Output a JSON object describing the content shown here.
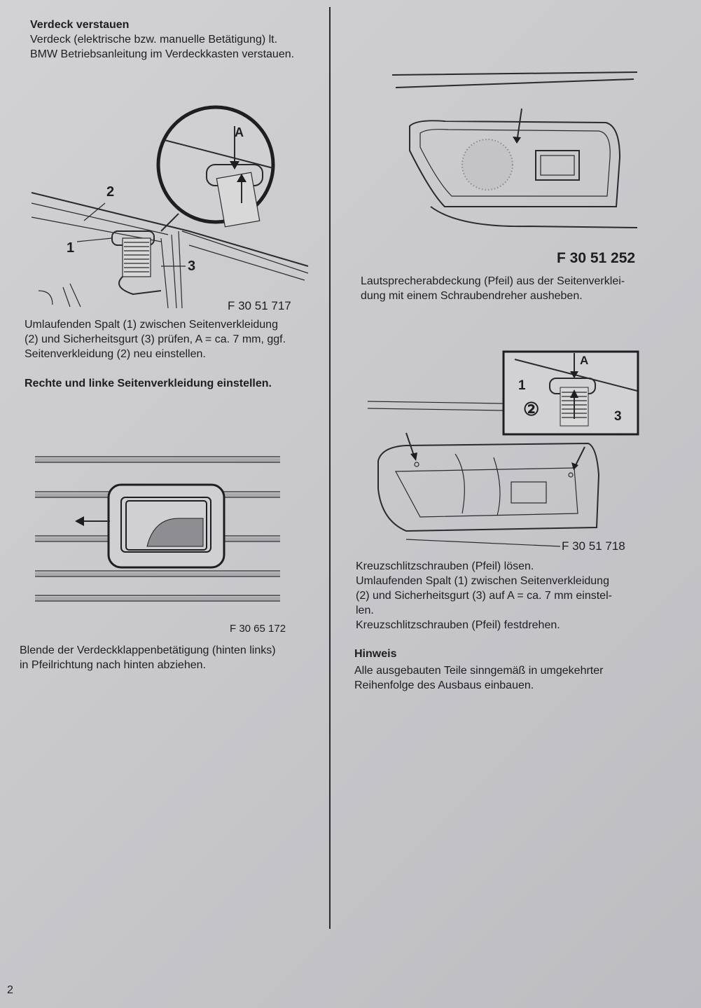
{
  "left": {
    "section1": {
      "heading": "Verdeck verstauen",
      "lines": [
        "Verdeck (elektrische bzw. manuelle Betätigung) lt.",
        "BMW Betriebsanleitung im Verdeckkasten verstauen."
      ]
    },
    "figure1": {
      "label_a": "A",
      "label_1": "1",
      "label_2": "2",
      "label_3": "3",
      "code": "F 30 51 717"
    },
    "para1": {
      "lines": [
        "Umlaufenden Spalt (1) zwischen Seitenverkleidung",
        "(2) und Sicherheitsgurt (3) prüfen, A = ca. 7 mm, ggf.",
        "Seitenverkleidung (2) neu einstellen."
      ]
    },
    "section2": {
      "heading": "Rechte und linke Seitenverkleidung einstellen."
    },
    "figure3": {
      "code": "F 30 65 172"
    },
    "para2": {
      "lines": [
        "Blende der Verdeckklappenbetätigung (hinten links)",
        "in Pfeilrichtung nach hinten abziehen."
      ]
    }
  },
  "right": {
    "figure2": {
      "code": "F 30 51 252"
    },
    "para1": {
      "lines": [
        "Lautsprecherabdeckung (Pfeil) aus der Seitenverklei-",
        "dung mit einem Schraubendreher ausheben."
      ]
    },
    "figure4": {
      "label_a": "A",
      "label_1": "1",
      "label_2": "②",
      "label_3": "3",
      "code": "F 30 51 718"
    },
    "para2": {
      "lines": [
        "Kreuzschlitzschrauben (Pfeil) lösen.",
        "Umlaufenden Spalt (1) zwischen Seitenverkleidung",
        "(2) und Sicherheitsgurt (3) auf A = ca. 7 mm einstel-",
        "len.",
        "Kreuzschlitzschrauben (Pfeil) festdrehen."
      ]
    },
    "note": {
      "heading": "Hinweis",
      "lines": [
        "Alle ausgebauten Teile sinngemäß in umgekehrter",
        "Reihenfolge des Ausbaus einbauen."
      ]
    }
  },
  "footer": {
    "page_number": "2"
  }
}
